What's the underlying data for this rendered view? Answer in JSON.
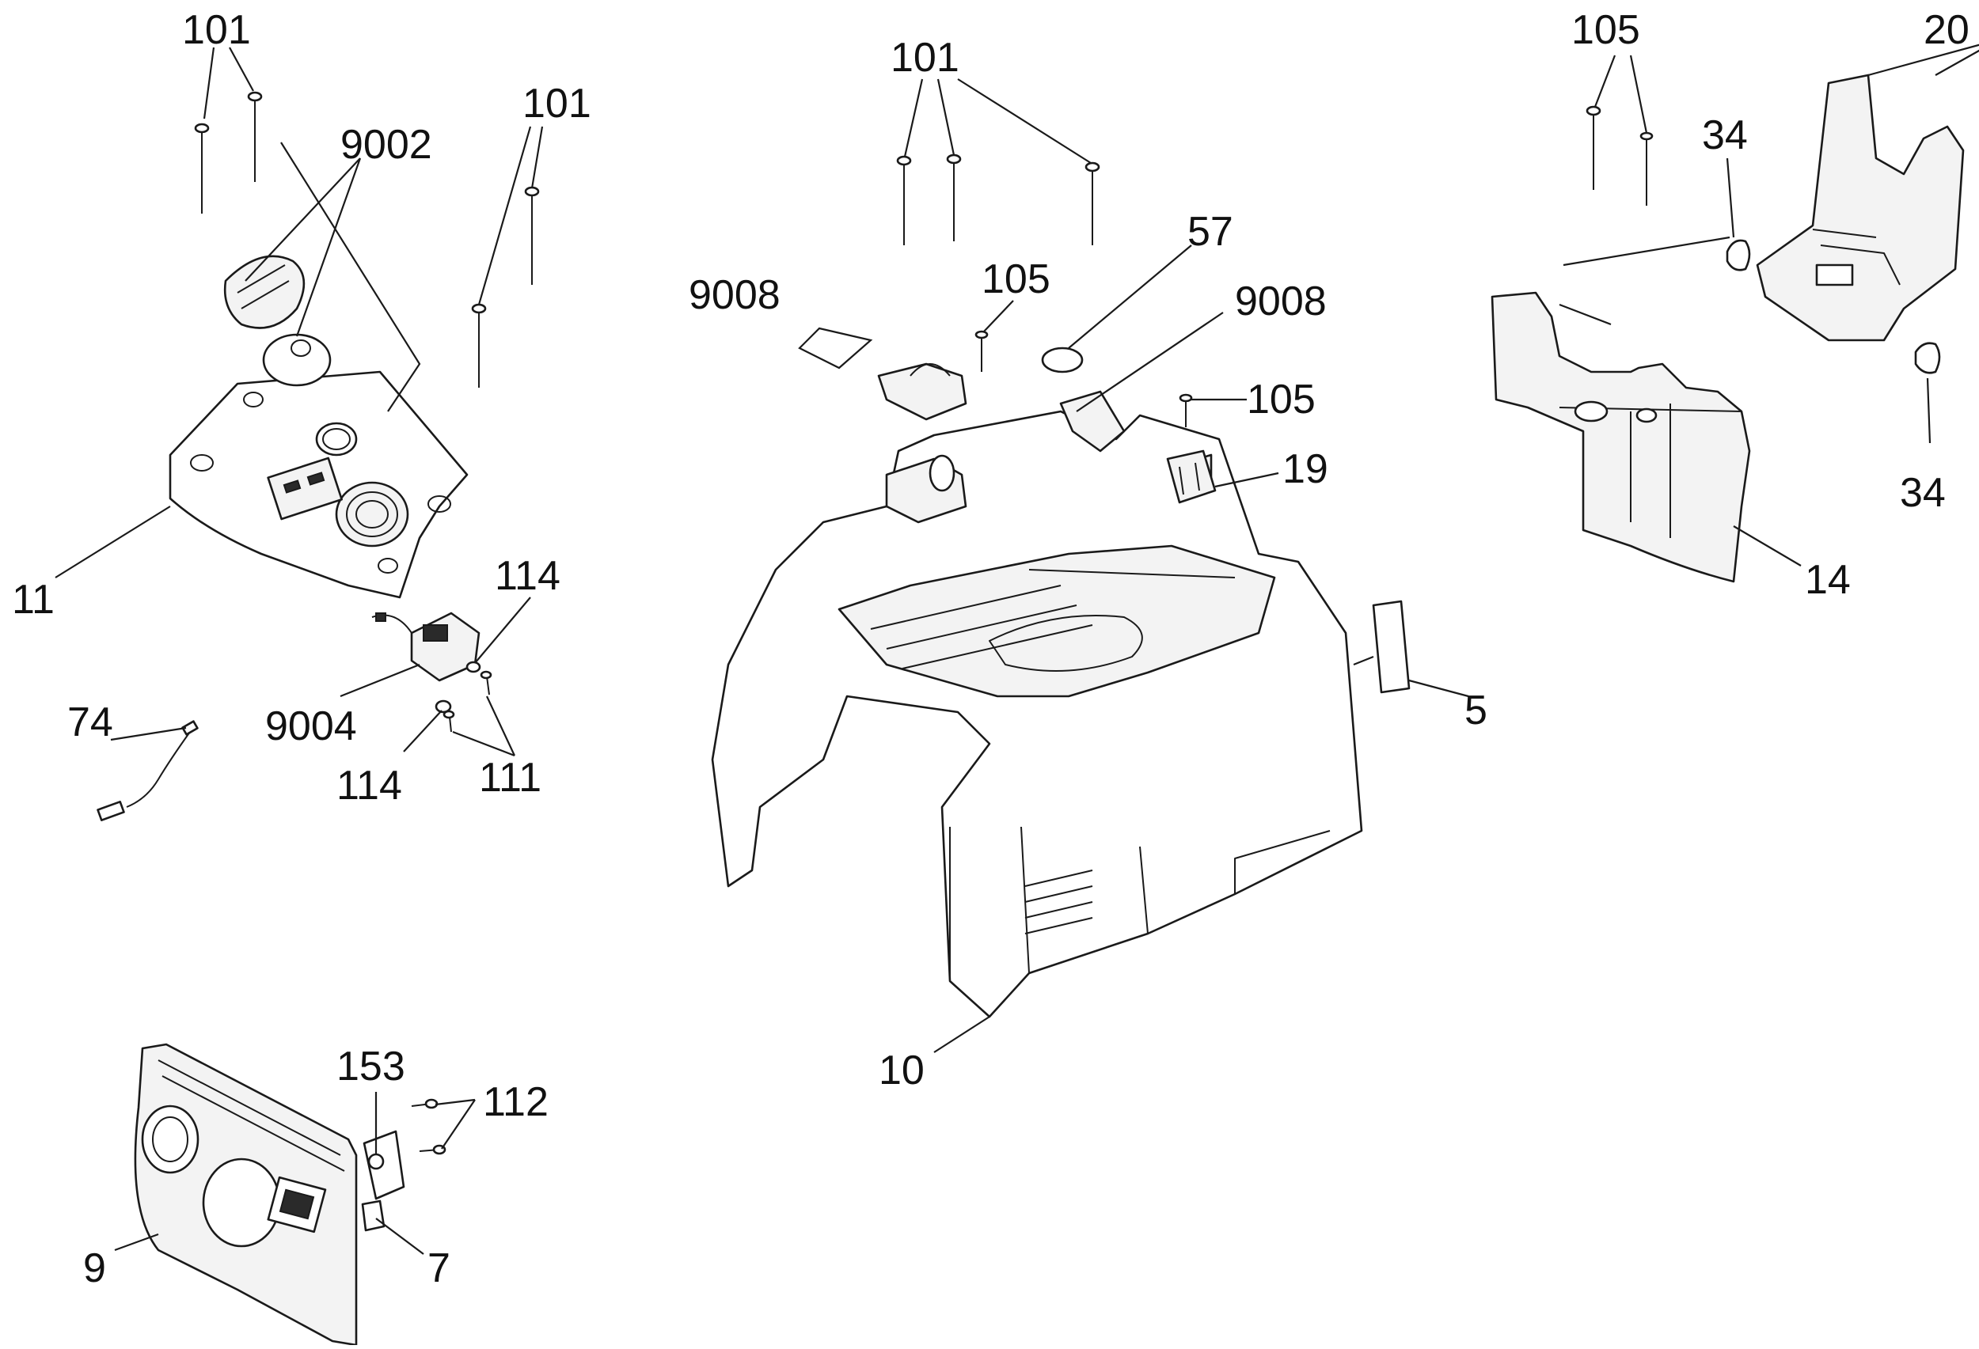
{
  "callouts": [
    {
      "id": "c-101-a",
      "text": "101"
    },
    {
      "id": "c-9002",
      "text": "9002"
    },
    {
      "id": "c-101-b",
      "text": "101"
    },
    {
      "id": "c-11",
      "text": "11"
    },
    {
      "id": "c-114-a",
      "text": "114"
    },
    {
      "id": "c-9004",
      "text": "9004"
    },
    {
      "id": "c-74",
      "text": "74"
    },
    {
      "id": "c-114-b",
      "text": "114"
    },
    {
      "id": "c-111",
      "text": "111"
    },
    {
      "id": "c-101-c",
      "text": "101"
    },
    {
      "id": "c-9008-a",
      "text": "9008"
    },
    {
      "id": "c-105-a",
      "text": "105"
    },
    {
      "id": "c-57",
      "text": "57"
    },
    {
      "id": "c-9008-b",
      "text": "9008"
    },
    {
      "id": "c-105-b",
      "text": "105"
    },
    {
      "id": "c-19",
      "text": "19"
    },
    {
      "id": "c-5",
      "text": "5"
    },
    {
      "id": "c-10",
      "text": "10"
    },
    {
      "id": "c-105-c",
      "text": "105"
    },
    {
      "id": "c-20",
      "text": "20"
    },
    {
      "id": "c-34-a",
      "text": "34"
    },
    {
      "id": "c-34-b",
      "text": "34"
    },
    {
      "id": "c-14",
      "text": "14"
    },
    {
      "id": "c-153",
      "text": "153"
    },
    {
      "id": "c-112",
      "text": "112"
    },
    {
      "id": "c-9",
      "text": "9"
    },
    {
      "id": "c-7",
      "text": "7"
    }
  ]
}
